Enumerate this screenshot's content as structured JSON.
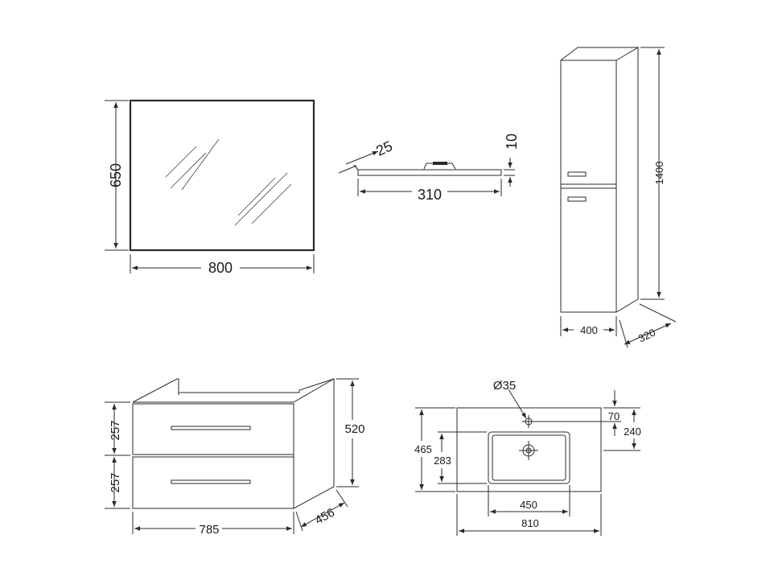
{
  "mirror": {
    "width": "800",
    "height": "650"
  },
  "lamp": {
    "depth": "25",
    "length": "310",
    "height": "10"
  },
  "column": {
    "height": "1400",
    "width": "400",
    "depth": "320"
  },
  "cabinet": {
    "drawer_top": "257",
    "drawer_bottom": "257",
    "height": "520",
    "width": "785",
    "depth": "456"
  },
  "basin": {
    "tap_hole": "Ø35",
    "tap_offset": "70",
    "drain_offset": "240",
    "depth": "465",
    "bowl_depth": "283",
    "bowl_width": "450",
    "width": "810"
  },
  "colors": {
    "line": "#2a2a2a",
    "background": "#ffffff"
  }
}
